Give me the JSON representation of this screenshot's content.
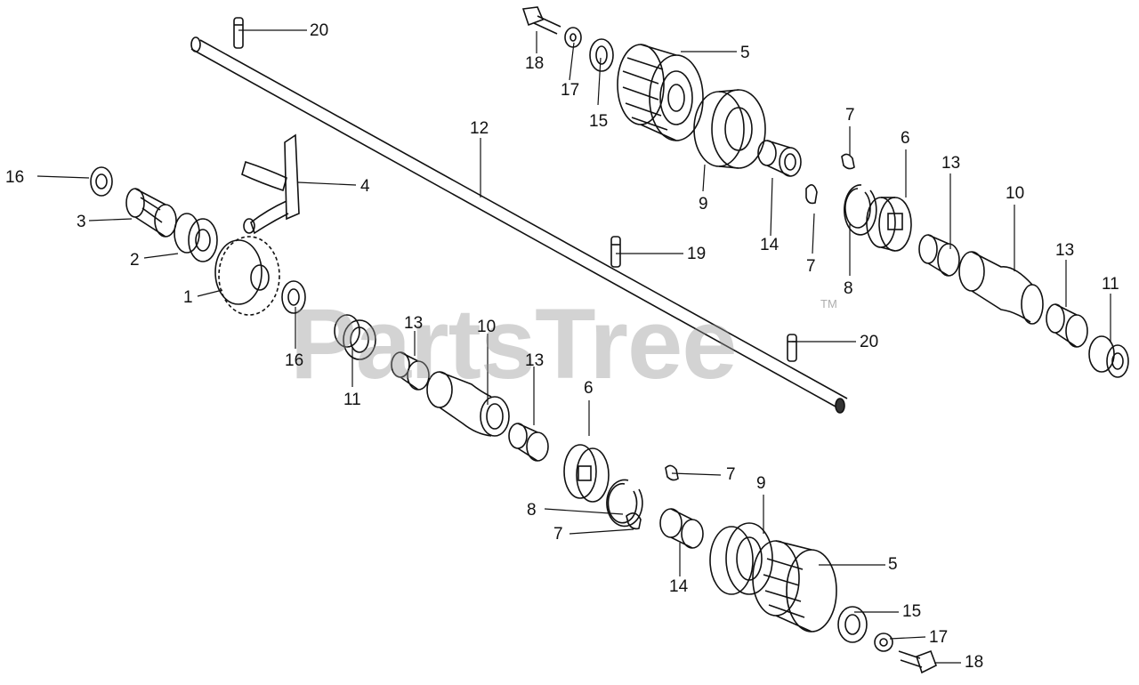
{
  "watermark": {
    "text": "PartsTree",
    "mark": "TM"
  },
  "colors": {
    "ink": "#111111",
    "paper": "#ffffff",
    "watermark": "#969696"
  },
  "callouts": {
    "c20a": "20",
    "c18a": "18",
    "c17a": "17",
    "c15a": "15",
    "c5a": "5",
    "c16a": "16",
    "c3": "3",
    "c2": "2",
    "c1": "1",
    "c4": "4",
    "c12": "12",
    "c9a": "9",
    "c14a": "14",
    "c7a": "7",
    "c7b": "7",
    "c6a": "6",
    "c8a": "8",
    "c13a": "13",
    "c10a": "10",
    "c13b": "13",
    "c11a": "11",
    "c19": "19",
    "c20b": "20",
    "c16b": "16",
    "c11b": "11",
    "c13c": "13",
    "c10b": "10",
    "c13d": "13",
    "c6b": "6",
    "c7c": "7",
    "c9b": "9",
    "c8b": "8",
    "c7d": "7",
    "c14b": "14",
    "c5b": "5",
    "c15b": "15",
    "c17b": "17",
    "c18b": "18"
  }
}
